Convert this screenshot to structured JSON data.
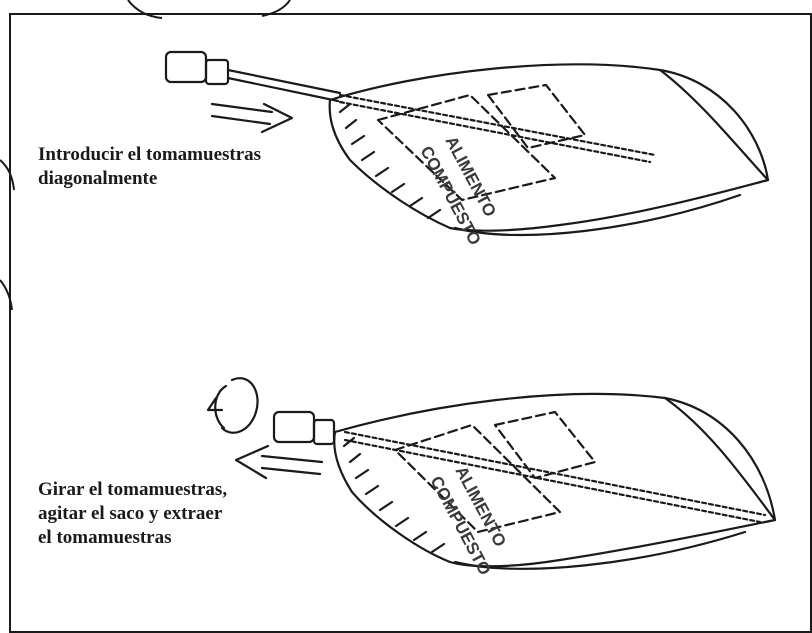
{
  "steps": [
    {
      "caption_lines": [
        "Introducir el tomamuestras",
        "diagonalmente"
      ]
    },
    {
      "caption_lines": [
        "Girar el tomamuestras,",
        "agitar el saco y extraer",
        "el tomamuestras"
      ]
    }
  ],
  "bag_labels": [
    "ALIMENTO",
    "COMPUESTO"
  ],
  "colors": {
    "line": "#1a1a1a",
    "background": "#ffffff"
  }
}
